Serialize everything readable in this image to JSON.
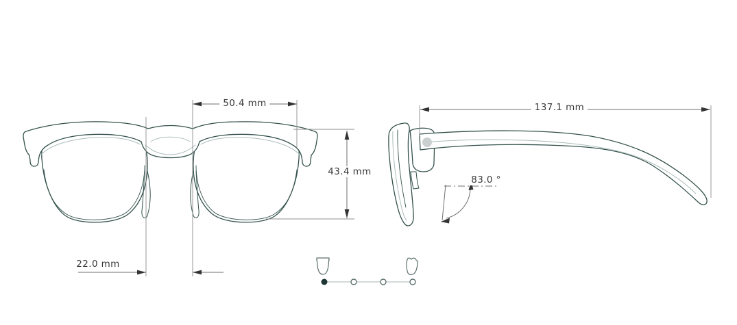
{
  "diagram": {
    "name": "glasses-measurement-diagram",
    "measurements": {
      "lens_width": "50.4 mm",
      "lens_height": "43.4 mm",
      "bridge_width": "22.0 mm",
      "temple_length": "137.1 mm",
      "temple_angle": "83.0 °"
    },
    "views": {
      "front": "glasses-front-view",
      "side": "glasses-side-view"
    },
    "pagination": {
      "dots": [
        {
          "index": 1,
          "active": true
        },
        {
          "index": 2,
          "active": false
        },
        {
          "index": 3,
          "active": false
        },
        {
          "index": 4,
          "active": false
        }
      ],
      "first_icon": "lens-shape-icon",
      "last_icon": "bridge-shape-icon"
    },
    "colors": {
      "line_dark": "#33514c",
      "line_light": "#a9bdb9",
      "dimension_line": "#6e6e6e",
      "dimension_text": "#3a3a3a",
      "logo_dot": "#c9d0cf",
      "dot_active": "#1d3634",
      "dot_inactive_stroke": "#5c706e",
      "background": "#ffffff"
    }
  }
}
